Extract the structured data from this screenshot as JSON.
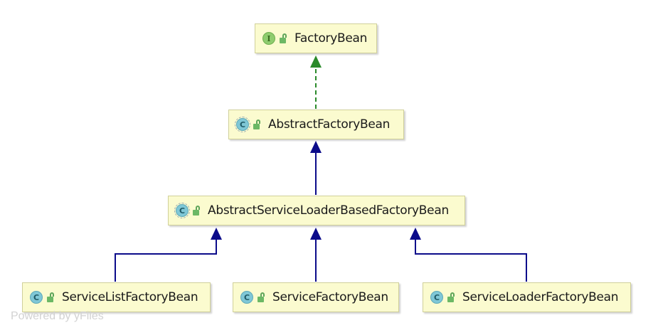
{
  "diagram": {
    "nodes": [
      {
        "id": "factory-bean",
        "kind": "interface",
        "badge": "I",
        "label": "FactoryBean"
      },
      {
        "id": "abstract-factory-bean",
        "kind": "abstract",
        "badge": "C",
        "label": "AbstractFactoryBean"
      },
      {
        "id": "abstract-service-loader-based-factory-bean",
        "kind": "abstract",
        "badge": "C",
        "label": "AbstractServiceLoaderBasedFactoryBean"
      },
      {
        "id": "service-list-factory-bean",
        "kind": "class",
        "badge": "C",
        "label": "ServiceListFactoryBean"
      },
      {
        "id": "service-factory-bean",
        "kind": "class",
        "badge": "C",
        "label": "ServiceFactoryBean"
      },
      {
        "id": "service-loader-factory-bean",
        "kind": "class",
        "badge": "C",
        "label": "ServiceLoaderFactoryBean"
      }
    ],
    "edges": [
      {
        "from": "abstract-factory-bean",
        "to": "factory-bean",
        "type": "implements"
      },
      {
        "from": "abstract-service-loader-based-factory-bean",
        "to": "abstract-factory-bean",
        "type": "extends"
      },
      {
        "from": "service-list-factory-bean",
        "to": "abstract-service-loader-based-factory-bean",
        "type": "extends"
      },
      {
        "from": "service-factory-bean",
        "to": "abstract-service-loader-based-factory-bean",
        "type": "extends"
      },
      {
        "from": "service-loader-factory-bean",
        "to": "abstract-service-loader-based-factory-bean",
        "type": "extends"
      }
    ],
    "colors": {
      "node_fill": "#fbfbcf",
      "extends_arrow": "#0b0b8a",
      "implements_arrow": "#2a8a2a"
    }
  },
  "watermark": "Powered by yFiles"
}
